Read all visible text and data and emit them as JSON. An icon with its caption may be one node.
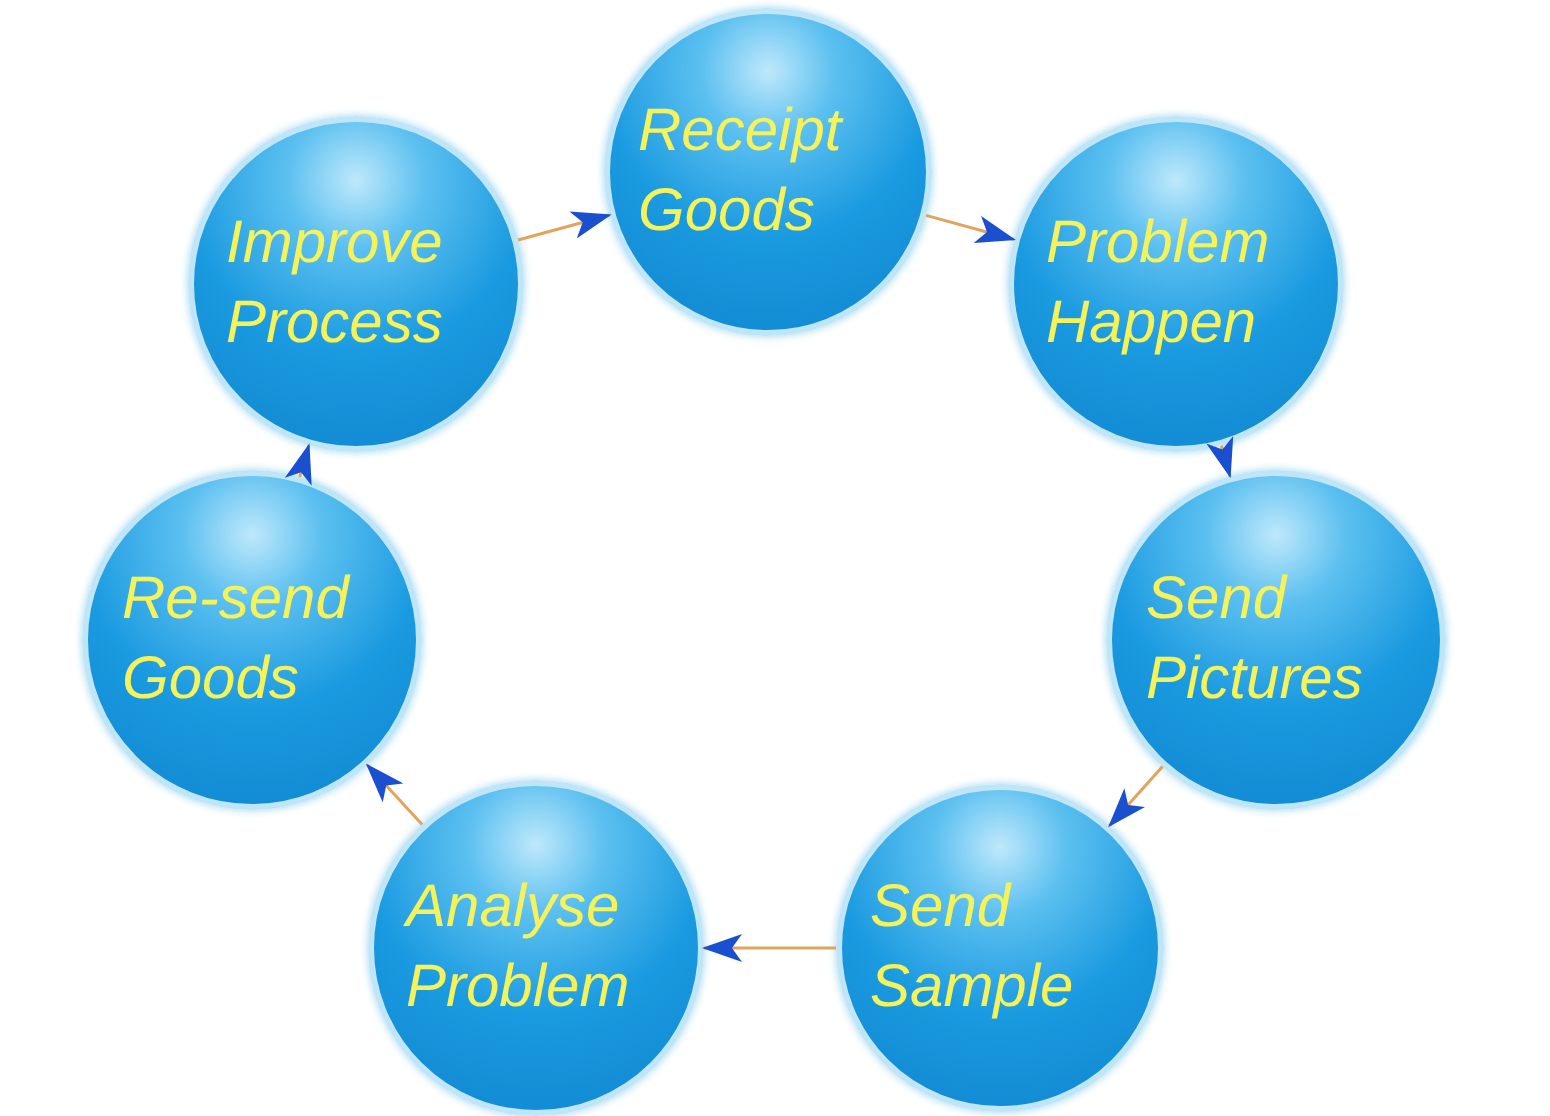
{
  "diagram": {
    "nodes": [
      {
        "text": [
          "Receipt Goods"
        ]
      },
      {
        "text": [
          "Problem Happen"
        ]
      },
      {
        "text": [
          "Send Pictures"
        ]
      },
      {
        "text": [
          "Send Sample"
        ]
      },
      {
        "text": [
          "Analyse Problem"
        ]
      },
      {
        "text": [
          "Re-send Goods"
        ]
      },
      {
        "text": [
          "Improve Process"
        ]
      }
    ],
    "edges": [
      {
        "from": 0,
        "to": 1,
        "arrow": "to"
      },
      {
        "from": 1,
        "to": 2,
        "arrow": "to"
      },
      {
        "from": 2,
        "to": 3,
        "arrow": "to"
      },
      {
        "from": 3,
        "to": 4,
        "arrow": "to"
      },
      {
        "from": 4,
        "to": 5,
        "arrow": "to"
      },
      {
        "from": 5,
        "to": 6,
        "arrow": "to"
      },
      {
        "from": 6,
        "to": 0,
        "arrow": "to"
      }
    ]
  }
}
